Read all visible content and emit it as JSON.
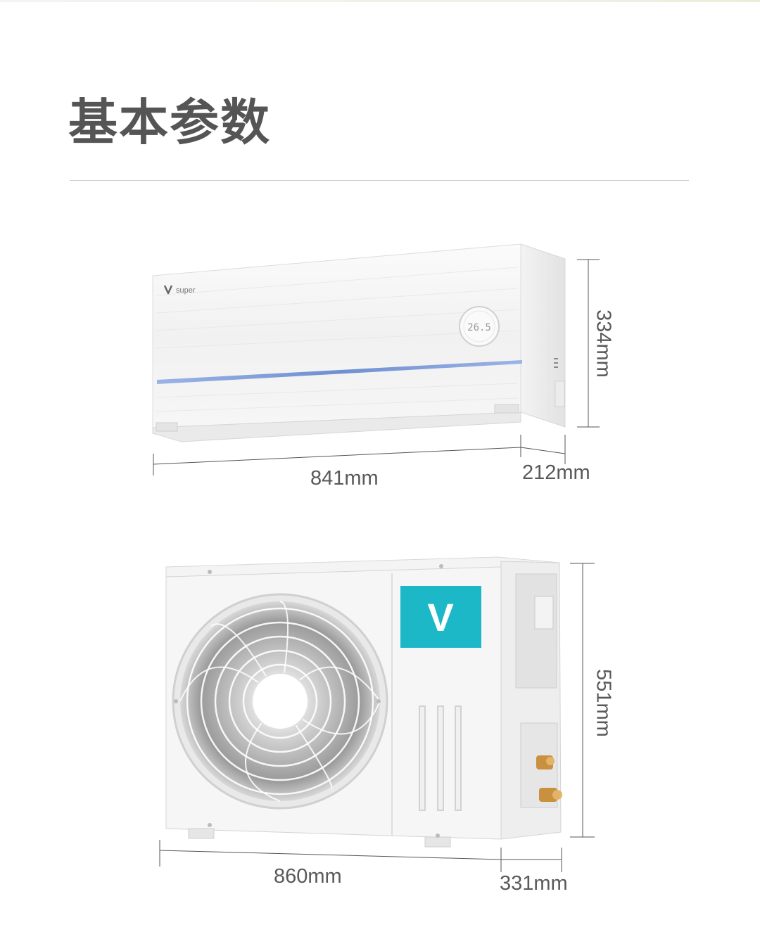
{
  "page": {
    "title": "基本参数"
  },
  "indoor_unit": {
    "brand_label": "super",
    "display_reading": "26.5",
    "dims": {
      "width": "841mm",
      "depth": "212mm",
      "height": "334mm"
    }
  },
  "outdoor_unit": {
    "logo_letter": "V",
    "dims": {
      "width": "860mm",
      "depth": "331mm",
      "height": "551mm"
    }
  },
  "colors": {
    "brand_teal": "#1cb8c8",
    "text": "#555555",
    "accent_strip": "#6f8fd0"
  }
}
